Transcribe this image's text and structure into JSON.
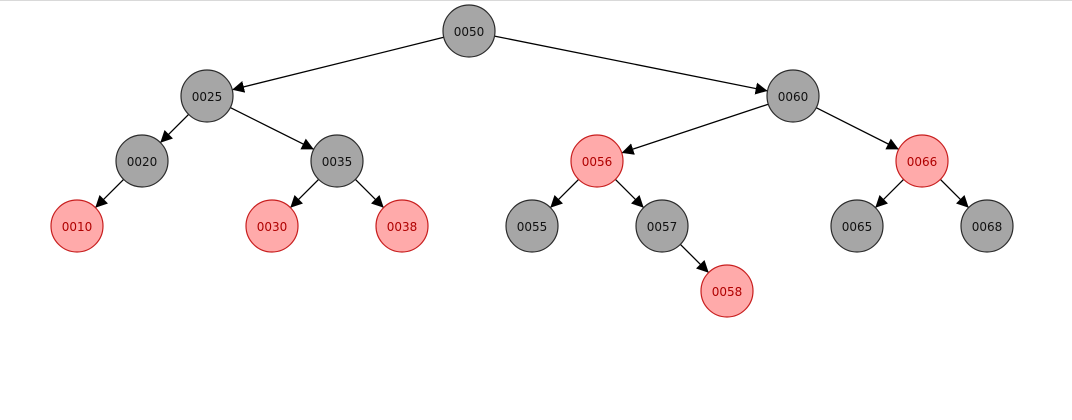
{
  "tree": {
    "nodes": [
      {
        "id": "0050",
        "label": "0050",
        "color": "black"
      },
      {
        "id": "0025",
        "label": "0025",
        "color": "black"
      },
      {
        "id": "0060",
        "label": "0060",
        "color": "black"
      },
      {
        "id": "0020",
        "label": "0020",
        "color": "black"
      },
      {
        "id": "0035",
        "label": "0035",
        "color": "black"
      },
      {
        "id": "0056",
        "label": "0056",
        "color": "red"
      },
      {
        "id": "0066",
        "label": "0066",
        "color": "red"
      },
      {
        "id": "0010",
        "label": "0010",
        "color": "red"
      },
      {
        "id": "0030",
        "label": "0030",
        "color": "red"
      },
      {
        "id": "0038",
        "label": "0038",
        "color": "red"
      },
      {
        "id": "0055",
        "label": "0055",
        "color": "black"
      },
      {
        "id": "0057",
        "label": "0057",
        "color": "black"
      },
      {
        "id": "0065",
        "label": "0065",
        "color": "black"
      },
      {
        "id": "0068",
        "label": "0068",
        "color": "black"
      },
      {
        "id": "0058",
        "label": "0058",
        "color": "red"
      }
    ],
    "edges": [
      {
        "from": "0050",
        "to": "0025"
      },
      {
        "from": "0050",
        "to": "0060"
      },
      {
        "from": "0025",
        "to": "0020"
      },
      {
        "from": "0025",
        "to": "0035"
      },
      {
        "from": "0020",
        "to": "0010"
      },
      {
        "from": "0035",
        "to": "0030"
      },
      {
        "from": "0035",
        "to": "0038"
      },
      {
        "from": "0060",
        "to": "0056"
      },
      {
        "from": "0060",
        "to": "0066"
      },
      {
        "from": "0056",
        "to": "0055"
      },
      {
        "from": "0056",
        "to": "0057"
      },
      {
        "from": "0057",
        "to": "0058"
      },
      {
        "from": "0066",
        "to": "0065"
      },
      {
        "from": "0066",
        "to": "0068"
      }
    ]
  },
  "colors": {
    "black_fill": "#a6a6a6",
    "black_stroke": "#2b2b2b",
    "black_text": "#111111",
    "red_fill": "#ffaaaa",
    "red_stroke": "#c81e1e",
    "red_text": "#b00000",
    "edge": "#000000"
  }
}
